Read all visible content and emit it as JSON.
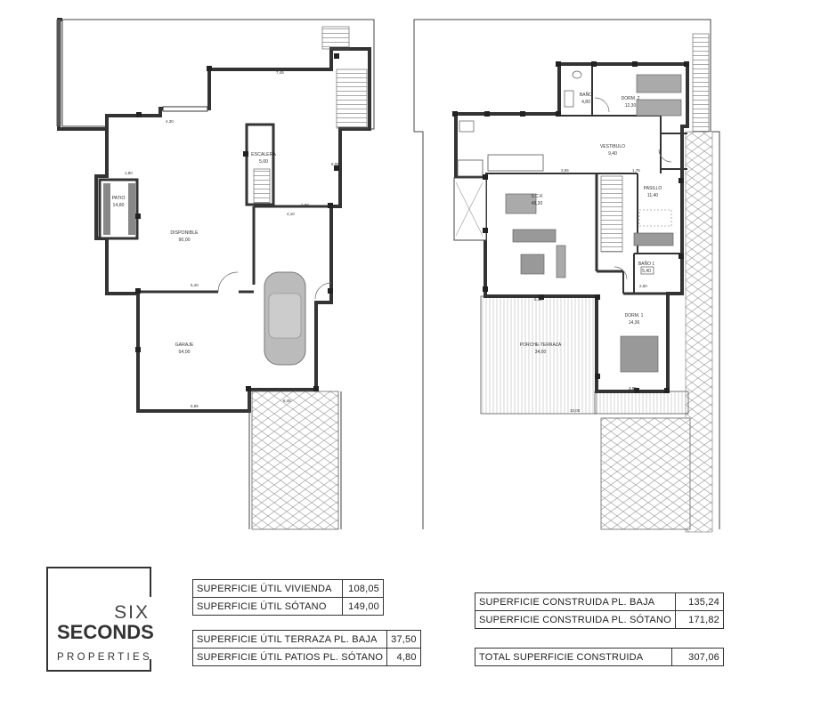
{
  "plans": {
    "sotano": {
      "rooms": [
        {
          "name": "PATIO",
          "area": "14,80"
        },
        {
          "name": "DISPONIBLE",
          "area": "90,00"
        },
        {
          "name": "ESCALERA",
          "area": "5,00"
        },
        {
          "name": "GARAJE",
          "area": "54,00"
        }
      ]
    },
    "baja": {
      "rooms": [
        {
          "name": "BAÑO",
          "area": "4,80"
        },
        {
          "name": "DORM. 2",
          "area": "12,30"
        },
        {
          "name": "VESTIBULO",
          "area": "9,40"
        },
        {
          "name": "S.C.K",
          "area": "48,30"
        },
        {
          "name": "DORM. 1",
          "area": "14,36"
        },
        {
          "name": "BAÑO 1",
          "area": "5,40"
        },
        {
          "name": "PORCHE-TERRAZA",
          "area": "34,00"
        },
        {
          "name": "PASILLO",
          "area": "11,40"
        }
      ]
    }
  },
  "logo": {
    "line1": "SIX",
    "line2": "SECONDS",
    "line3": "PROPERTIES"
  },
  "tables": {
    "util_a": [
      {
        "label": "SUPERFICIE ÚTIL VIVIENDA",
        "value": "108,05"
      },
      {
        "label": "SUPERFICIE ÚTIL SÓTANO",
        "value": "149,00"
      }
    ],
    "util_b": [
      {
        "label": "SUPERFICIE ÚTIL TERRAZA PL. BAJA",
        "value": "37,50"
      },
      {
        "label": "SUPERFICIE ÚTIL PATIOS PL. SÓTANO",
        "value": "4,80"
      }
    ],
    "construida": [
      {
        "label": "SUPERFICIE CONSTRUIDA PL. BAJA",
        "value": "135,24"
      },
      {
        "label": "SUPERFICIE CONSTRUIDA PL. SÓTANO",
        "value": "171,82"
      }
    ],
    "total": [
      {
        "label": "TOTAL SUPERFICIE CONSTRUIDA",
        "value": "307,06"
      }
    ]
  }
}
